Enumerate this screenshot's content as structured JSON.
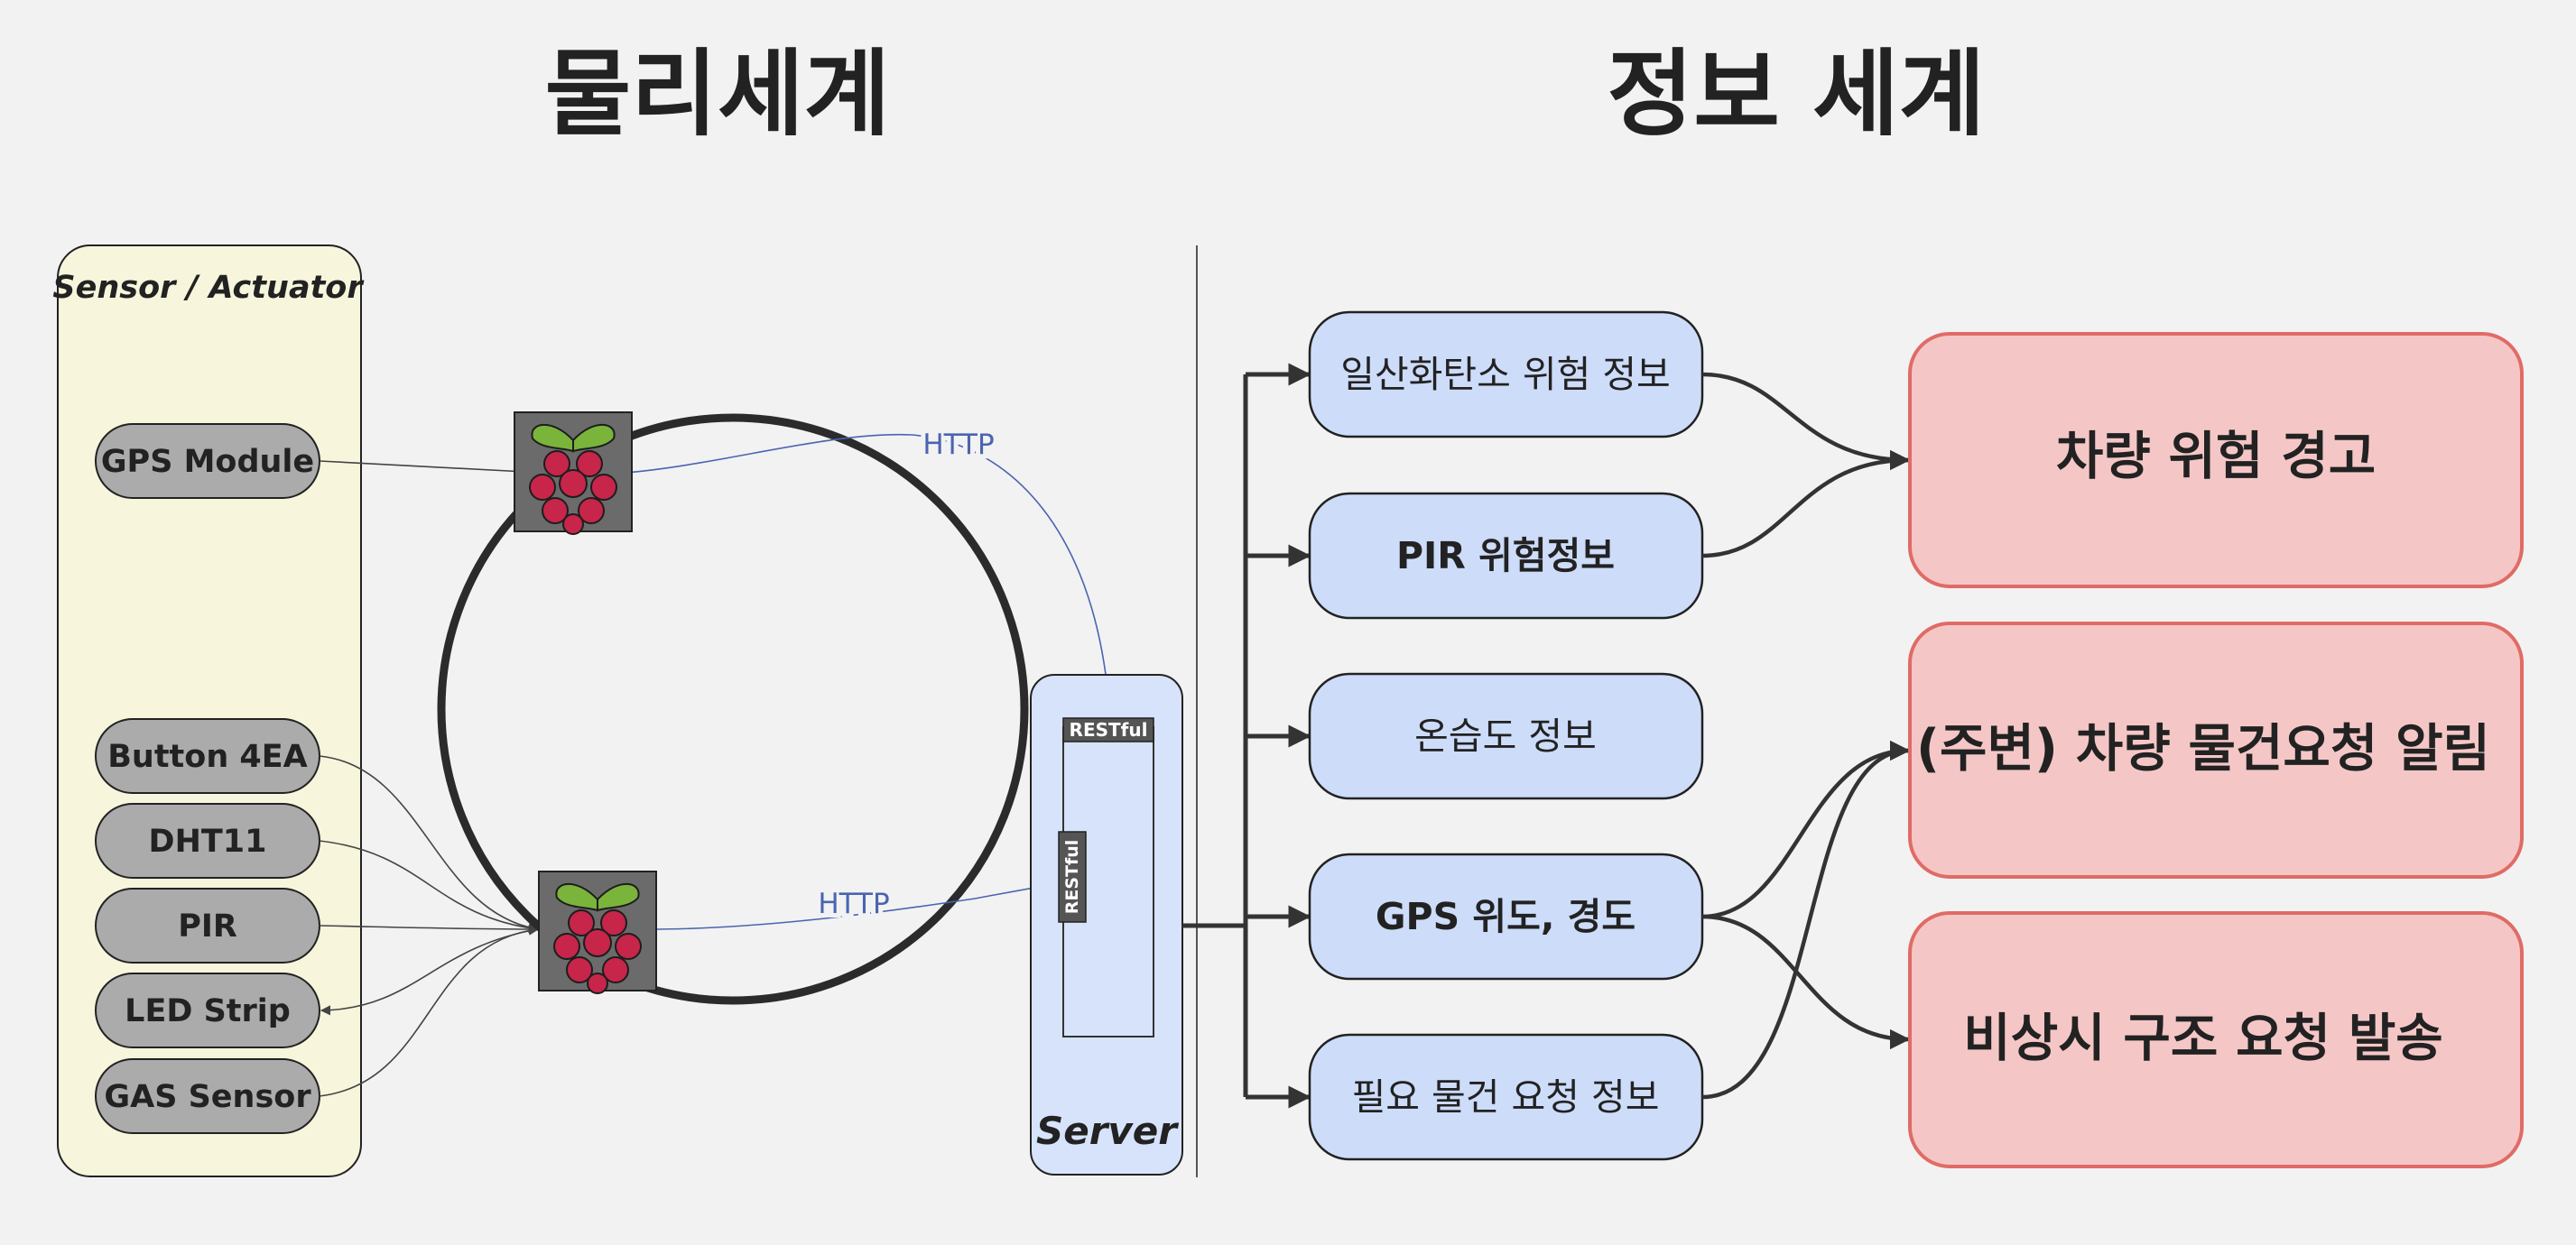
{
  "titles": {
    "physical": "물리세계",
    "information": "정보 세계"
  },
  "sensor_panel": {
    "title": "Sensor / Actuator",
    "devices": [
      "GPS Module",
      "Button 4EA",
      "DHT11",
      "PIR",
      "LED Strip",
      "GAS Sensor"
    ]
  },
  "links": {
    "http_top": "HTTP",
    "http_bottom": "HTTP"
  },
  "server": {
    "label": "Server",
    "restful_top": "RESTful",
    "restful_side": "RESTful"
  },
  "info_items": [
    "일산화탄소 위험 정보",
    "PIR 위험정보",
    "온습도 정보",
    "GPS 위도, 경도",
    "필요 물건 요청 정보"
  ],
  "outcomes": [
    "차량 위험 경고",
    "(주변) 차량 물건요청 알림",
    "비상시 구조 요청 발송"
  ],
  "colors": {
    "background": "#f2f2f2",
    "sensor_panel": "#f7f5dc",
    "device_pill": "#ababab",
    "server_box": "#d6e3fb",
    "info_box": "#cddcf9",
    "outcome_fill": "#f4c7c6",
    "outcome_border": "#e06b66",
    "http_line": "#4a64b0",
    "raspberry_body": "#c7254a",
    "raspberry_leaf": "#7ab43a",
    "chip_bg": "#6b6b6b"
  }
}
